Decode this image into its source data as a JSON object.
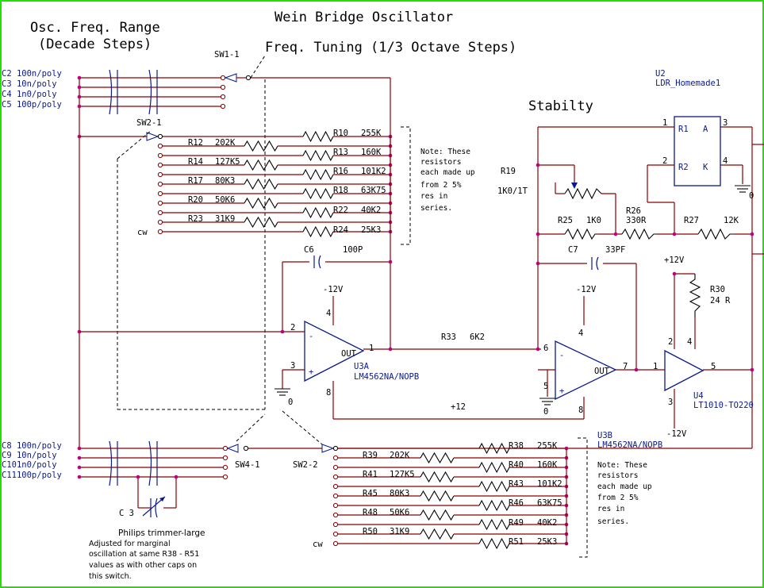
{
  "titles": {
    "main": "Wein Bridge Oscillator",
    "range1": "Osc. Freq. Range",
    "range2": "(Decade Steps)",
    "tuning": "Freq. Tuning (1/3 Octave Steps)",
    "stability": "Stabilty"
  },
  "switches": {
    "sw11": "SW1-1",
    "sw21": "SW2-1",
    "sw41": "SW4-1",
    "sw22": "SW2-2"
  },
  "cw": "cw",
  "caps_top": [
    "C2  100n/poly",
    "C3  10n/poly",
    "C4  1n0/poly",
    "C5  100p/poly"
  ],
  "caps_bottom": [
    "C8  100n/poly",
    "C9  10n/poly",
    "C101n0/poly",
    "C11100p/poly"
  ],
  "res_top_left": [
    {
      "ref": "R12",
      "val": "202K"
    },
    {
      "ref": "R14",
      "val": "127K5"
    },
    {
      "ref": "R17",
      "val": "80K3"
    },
    {
      "ref": "R20",
      "val": "50K6"
    },
    {
      "ref": "R23",
      "val": "31K9"
    }
  ],
  "res_top_right": [
    {
      "ref": "R10",
      "val": "255K"
    },
    {
      "ref": "R13",
      "val": "160K"
    },
    {
      "ref": "R16",
      "val": "101K2"
    },
    {
      "ref": "R18",
      "val": "63K75"
    },
    {
      "ref": "R22",
      "val": "40K2"
    },
    {
      "ref": "R24",
      "val": "25K3"
    }
  ],
  "res_bot_left": [
    {
      "ref": "R39",
      "val": "202K"
    },
    {
      "ref": "R41",
      "val": "127K5"
    },
    {
      "ref": "R45",
      "val": "80K3"
    },
    {
      "ref": "R48",
      "val": "50K6"
    },
    {
      "ref": "R50",
      "val": "31K9"
    }
  ],
  "res_bot_right": [
    {
      "ref": "R38",
      "val": "255K"
    },
    {
      "ref": "R40",
      "val": "160K"
    },
    {
      "ref": "R43",
      "val": "101K2"
    },
    {
      "ref": "R46",
      "val": "63K75"
    },
    {
      "ref": "R49",
      "val": "40K2"
    },
    {
      "ref": "R51",
      "val": "25K3"
    }
  ],
  "note_top": [
    "Note: These",
    "resistors",
    "each made up",
    "from 2 5%",
    "res in",
    "series."
  ],
  "note_bottom": [
    "Note: These",
    "resistors",
    "each made up",
    "from 2 5%",
    "res in",
    "series."
  ],
  "c6": {
    "ref": "C6",
    "val": "100P"
  },
  "c7": {
    "ref": "C7",
    "val": "33PF"
  },
  "c3": {
    "ref": "C 3",
    "desc": "Philips trimmer-large"
  },
  "c3_note": [
    "Adjusted for marginal",
    "oscillation at same R38 - R51",
    "values as with other caps on",
    "this switch."
  ],
  "u3a": {
    "ref": "U3A",
    "part": "LM4562NA/NOPB",
    "out": "OUT"
  },
  "u3b": {
    "ref": "U3B",
    "part": "LM4562NA/NOPB",
    "out": "OUT"
  },
  "u4": {
    "ref": "U4",
    "part": "LT1010-TO220"
  },
  "u2": {
    "ref": "U2",
    "part": "LDR_Homemade1",
    "pin_r1": "R1",
    "pin_r2": "R2",
    "pin_a": "A",
    "pin_k": "K"
  },
  "r19": {
    "ref": "R19",
    "val": "1K0/1T"
  },
  "r25": {
    "ref": "R25",
    "val": "1K0"
  },
  "r26": {
    "ref": "R26",
    "val": "330R"
  },
  "r27": {
    "ref": "R27",
    "val": "12K"
  },
  "r30": {
    "ref": "R30",
    "val": "24 R"
  },
  "r33": {
    "ref": "R33",
    "val": "6K2"
  },
  "rails": {
    "neg12": "-12V",
    "pos12": "+12V",
    "pos12b": "+12",
    "neg12b": "-12V"
  },
  "pins": {
    "p1": "1",
    "p2": "2",
    "p3": "3",
    "p4": "4",
    "p5": "5",
    "p6": "6",
    "p7": "7",
    "p8": "8",
    "gnd0": "0"
  }
}
